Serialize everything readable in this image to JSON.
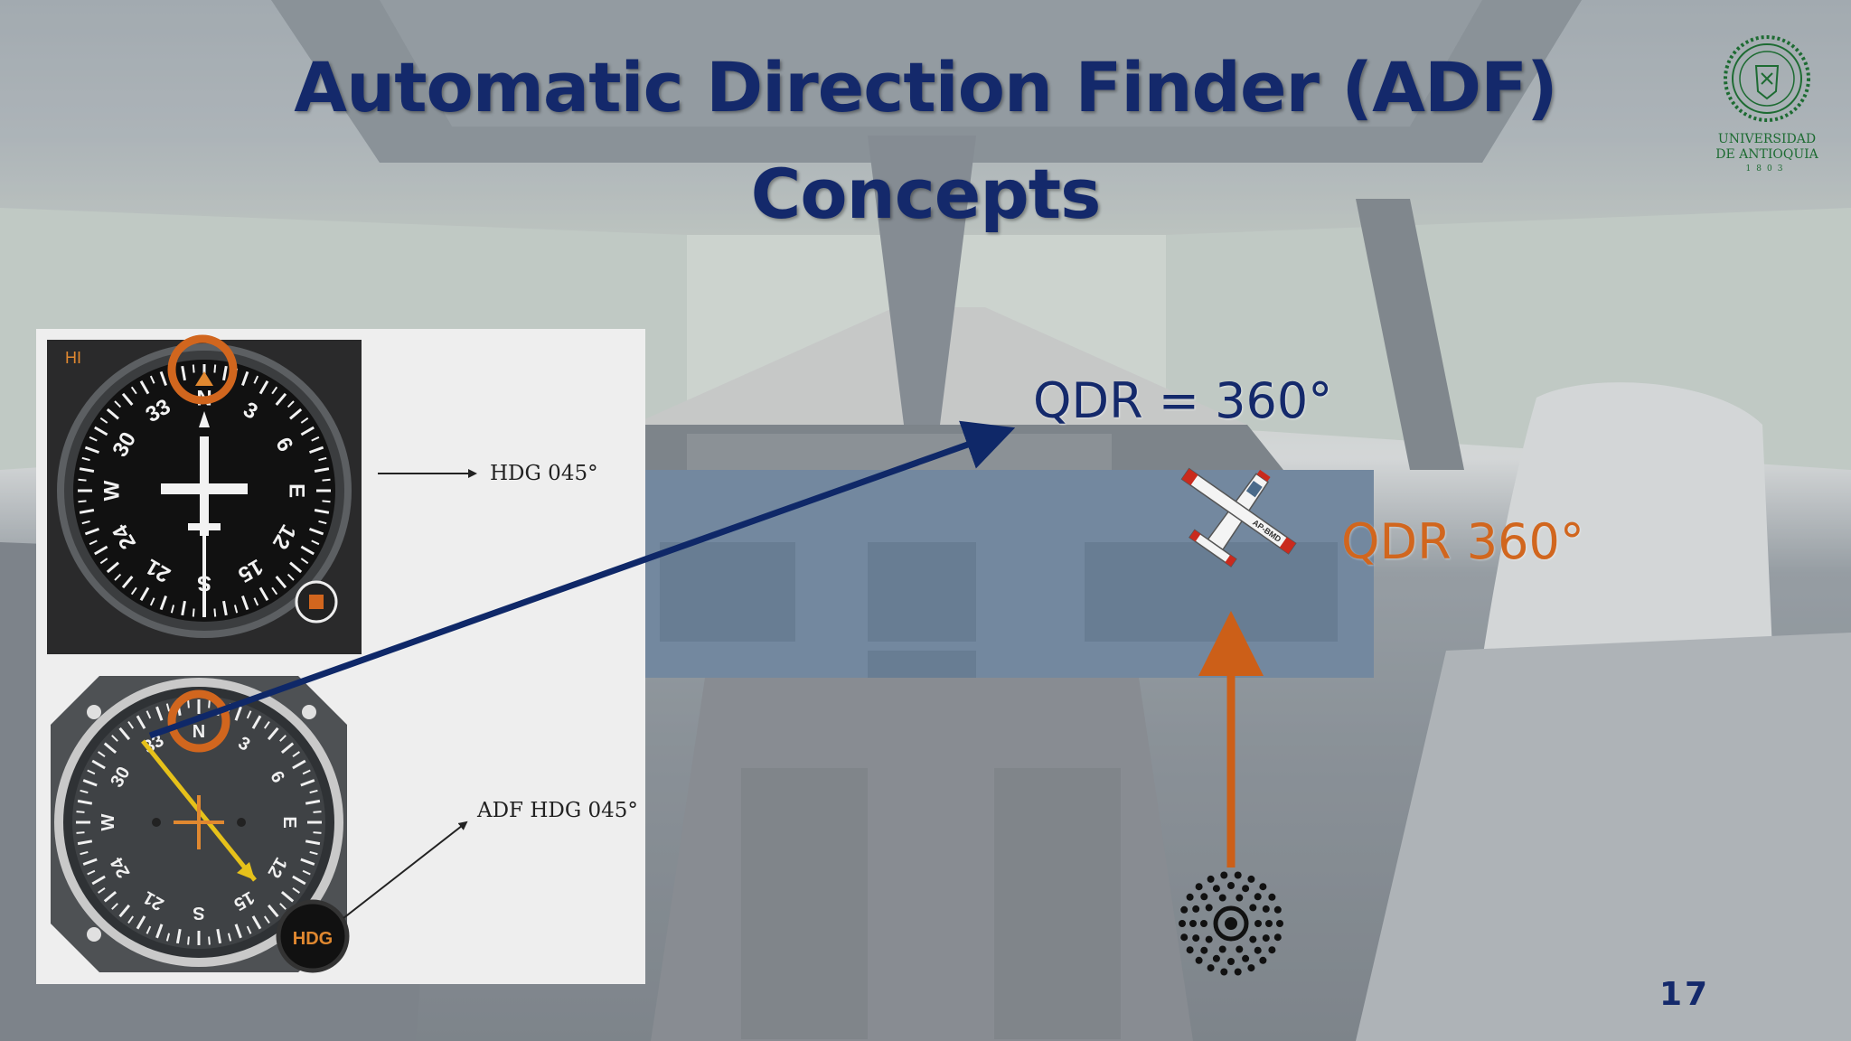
{
  "slide": {
    "title_line_1": "Automatic Direction Finder (ADF)",
    "title_line_2": "Concepts",
    "page_number": "17"
  },
  "logo": {
    "text": "UNIVERSIDAD\nDE ANTIOQUIA",
    "year": "1803",
    "color": "#1d6b32"
  },
  "instruments": {
    "heading_indicator": {
      "corner_label": "HI",
      "callout": "HDG 045°",
      "cardinal_marks": [
        "N",
        "3",
        "6",
        "E",
        "12",
        "15",
        "S",
        "21",
        "24",
        "W",
        "30",
        "33"
      ]
    },
    "adf_indicator": {
      "callout": "ADF HDG 045°",
      "knob_label": "HDG",
      "cardinal_marks": [
        "N",
        "3",
        "6",
        "E",
        "12",
        "15",
        "S",
        "21",
        "24",
        "W",
        "30",
        "33"
      ]
    }
  },
  "diagram": {
    "qdr_equation": "QDR = 360°",
    "qdr_label": "QDR 360°",
    "aircraft_registration": "AP-BMD",
    "arrow_color_blue": "#0f2868",
    "arrow_color_orange": "#cc5f18",
    "highlight_color": "#d1661e"
  },
  "colors": {
    "title": "#14296b",
    "accent_orange": "#d1661e"
  }
}
